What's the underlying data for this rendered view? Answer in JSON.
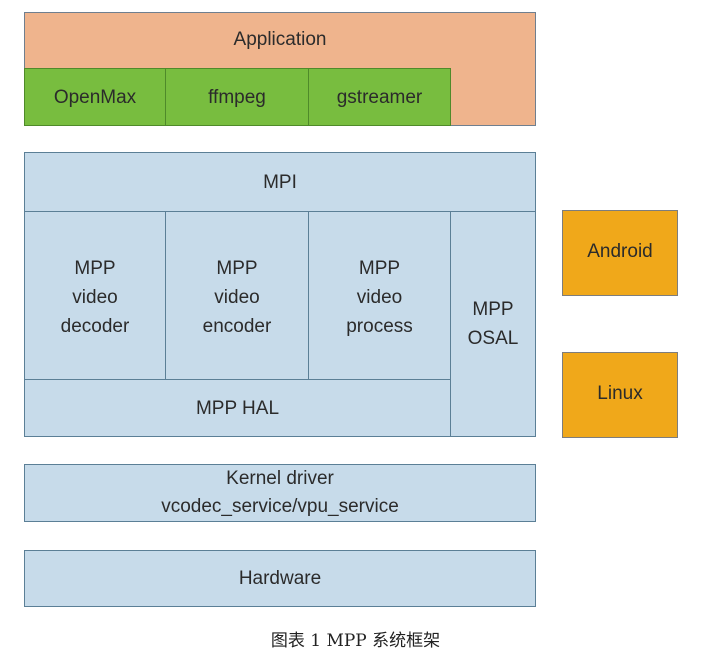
{
  "application": {
    "label": "Application"
  },
  "frameworks": [
    "OpenMax",
    "ffmpeg",
    "gstreamer"
  ],
  "mpi": {
    "label": "MPI"
  },
  "modules": [
    {
      "line1": "MPP",
      "line2": "video",
      "line3": "decoder"
    },
    {
      "line1": "MPP",
      "line2": "video",
      "line3": "encoder"
    },
    {
      "line1": "MPP",
      "line2": "video",
      "line3": "process"
    }
  ],
  "osal": {
    "line1": "MPP",
    "line2": "OSAL"
  },
  "hal": {
    "label": "MPP HAL"
  },
  "platforms": [
    "Android",
    "Linux"
  ],
  "kernel": {
    "line1": "Kernel driver",
    "line2": "vcodec_service/vpu_service"
  },
  "hardware": {
    "label": "Hardware"
  },
  "caption": "图表 1 MPP 系统框架"
}
